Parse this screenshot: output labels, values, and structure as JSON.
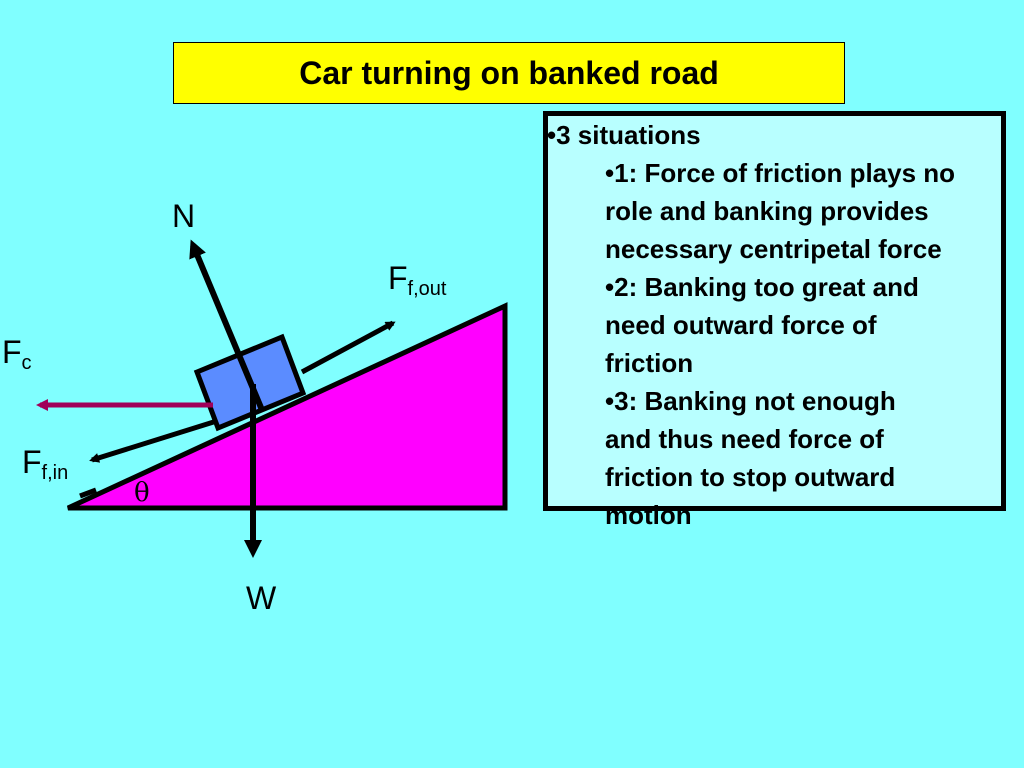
{
  "title": "Car turning on banked road",
  "diagram": {
    "labels": {
      "normal": "N",
      "weight": "W",
      "friction_out_main": "F",
      "friction_out_sub": "f,out",
      "centripetal_main": "F",
      "centripetal_sub": "c",
      "friction_in_main": "F",
      "friction_in_sub": "f,in",
      "angle": "θ"
    },
    "colors": {
      "incline": "#FF00FF",
      "car": "#5B8CFF",
      "centripetal_arrow": "#A0005A",
      "background": "#80FFFF",
      "title_background": "#FFFF00"
    }
  },
  "info": {
    "heading": "•3 situations",
    "items": [
      [
        "•1: Force of friction plays no",
        "role and banking provides",
        "necessary centripetal force"
      ],
      [
        "•2: Banking too great and",
        "need outward force of",
        "friction"
      ],
      [
        "•3: Banking not enough",
        "and thus need force of",
        "friction to stop outward",
        "motion"
      ]
    ]
  }
}
